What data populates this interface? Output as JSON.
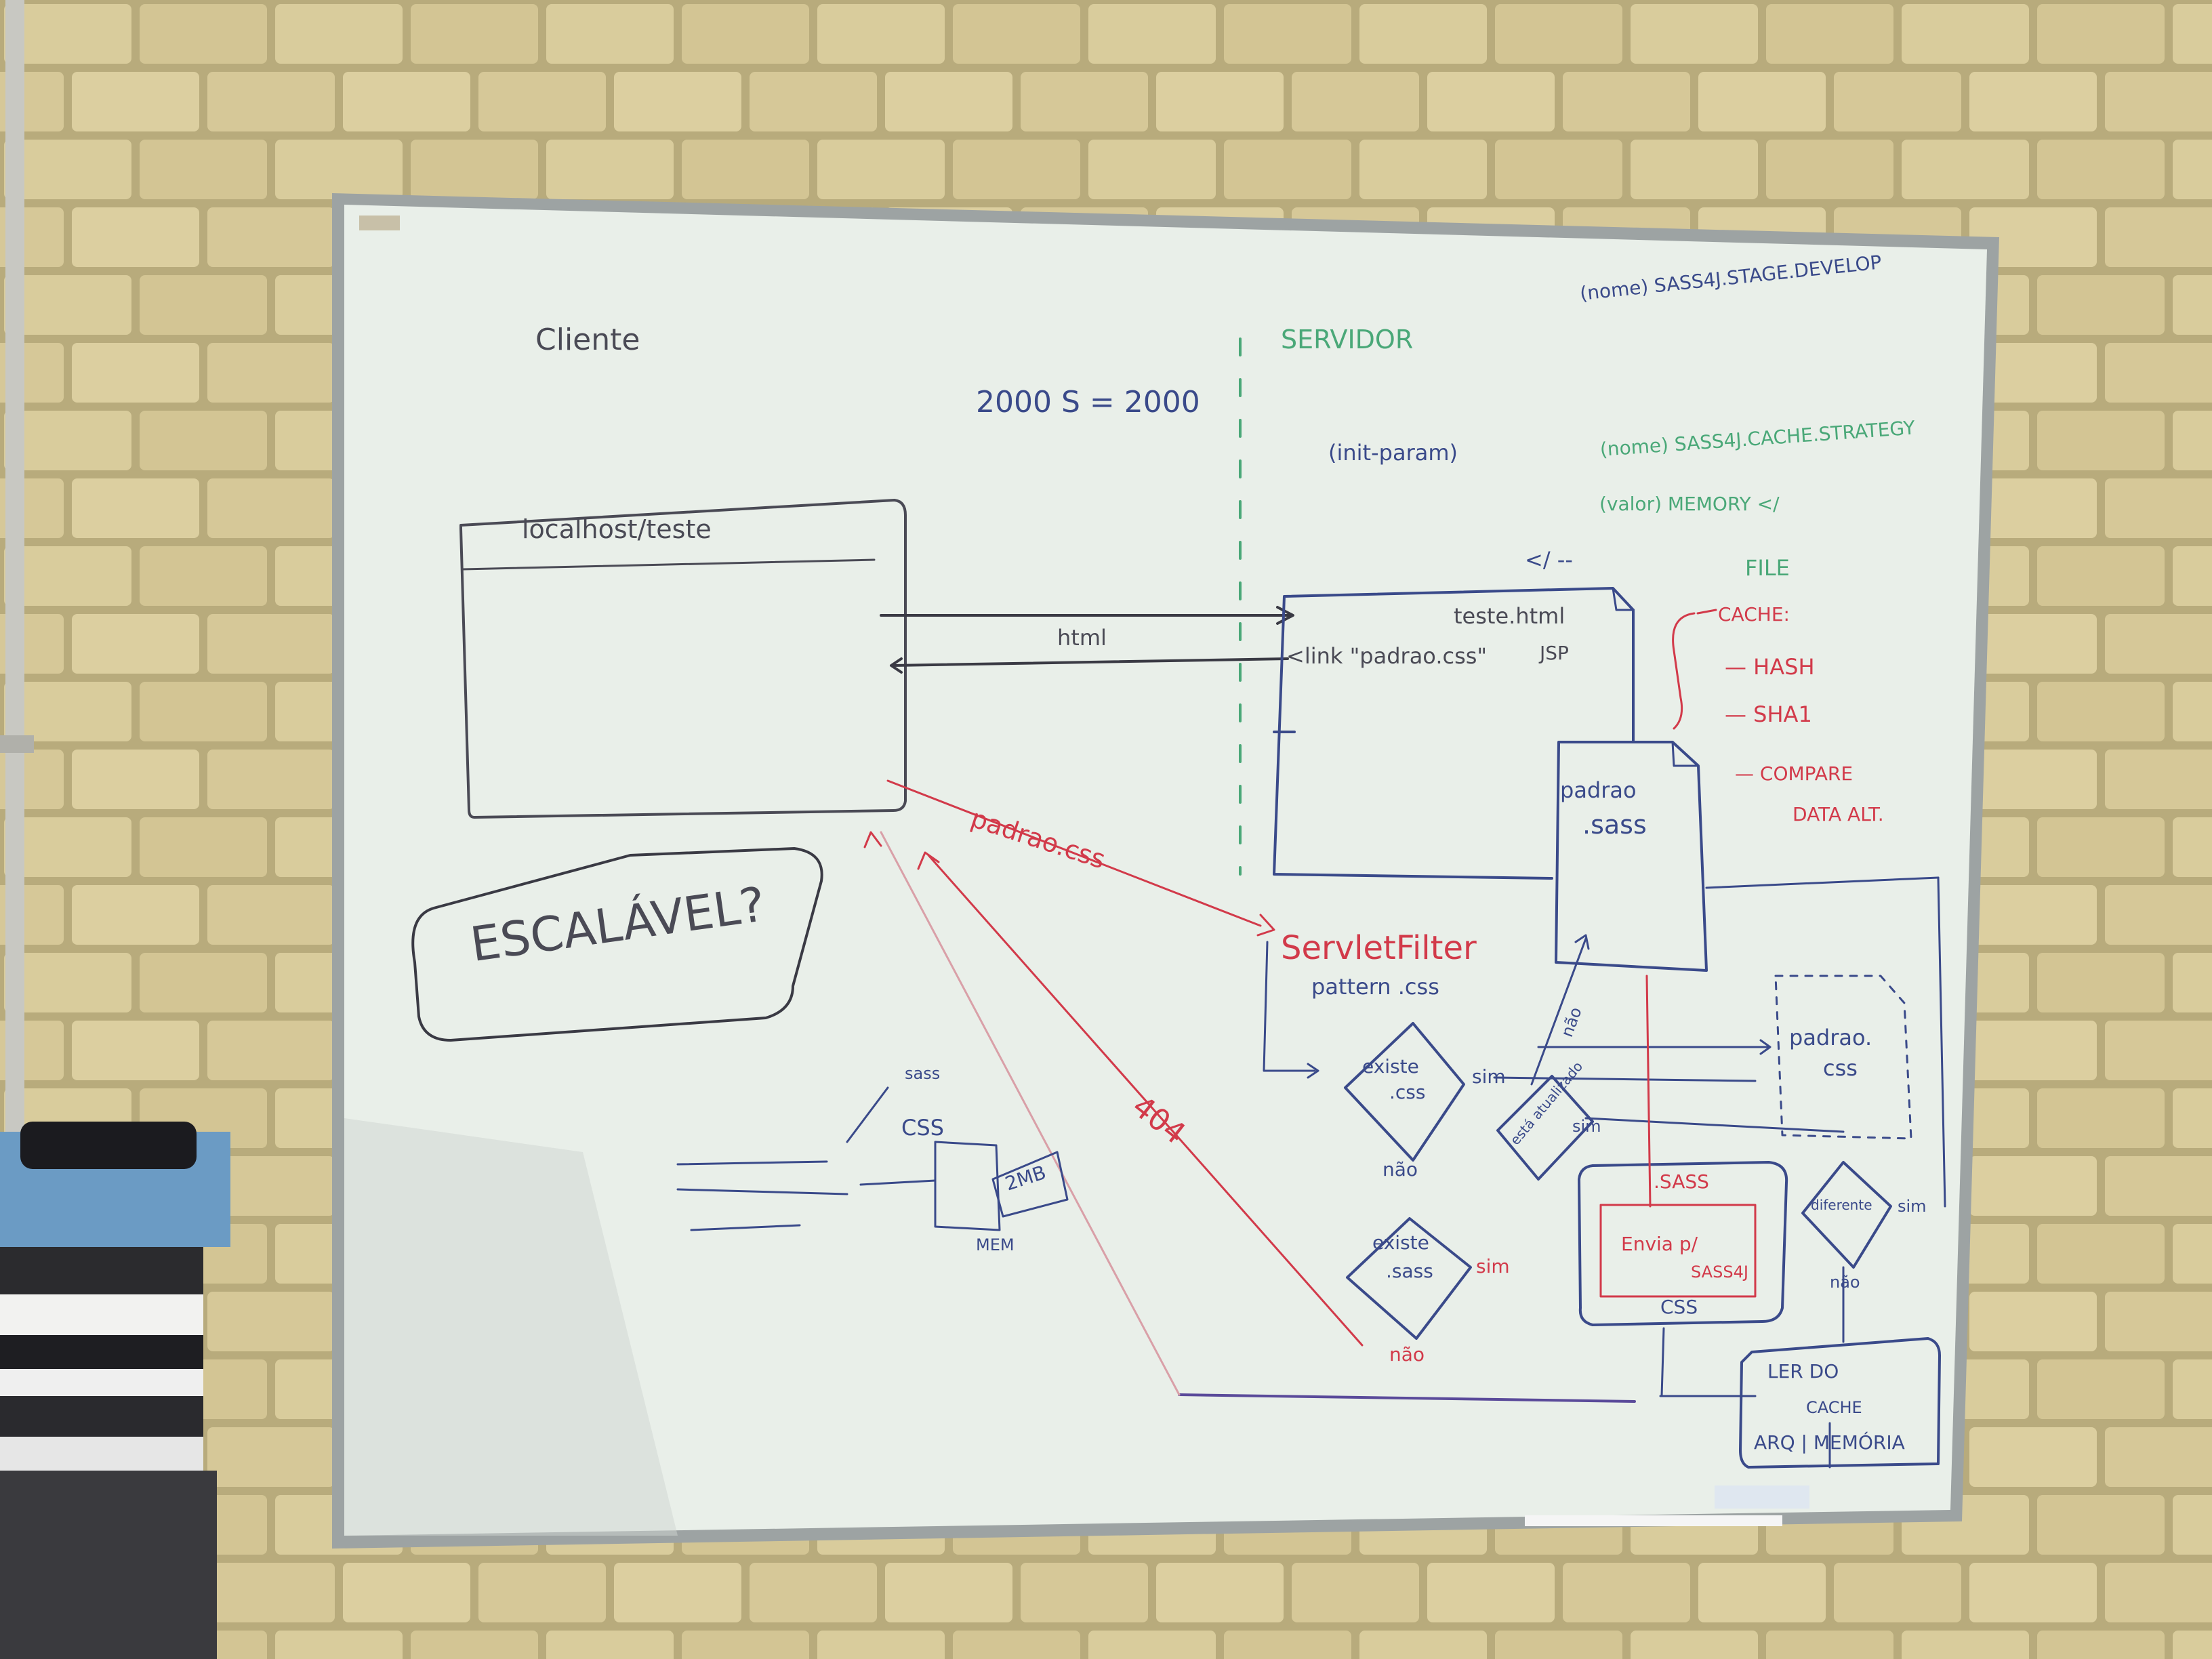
{
  "board": {
    "client_label": "Cliente",
    "server_label": "SERVIDOR",
    "resolution": "2000 S = 2000",
    "browser_url": "localhost/teste",
    "arrow_html": "html",
    "arrow_padrao_css": "padrao.css",
    "escalavel": "ESCALÁVEL?",
    "init_param": "(init-param)",
    "param_sass4j_stage": "(nome) SASS4J.STAGE.DEVELOP",
    "param_cache_strategy": "(nome) SASS4J.CACHE.STRATEGY",
    "param_value_memory": "(valor) MEMORY </",
    "param_file": "FILE",
    "param_close": "</ --",
    "cache_label": "CACHE:",
    "cache_hash": "— HASH",
    "cache_sha1": "— SHA1",
    "cache_compare": "— COMPARE",
    "cache_data_alt": "DATA ALT.",
    "teste_html": "teste.html",
    "jsp": "JSP",
    "link_padrao": "<link \"padrao.css\"",
    "padrao_sass_1": "padrao",
    "padrao_sass_2": ".sass",
    "servlet_filter": "ServletFilter",
    "pattern_css": "pattern .css",
    "existe_css_1": "existe",
    "existe_css_2": ".css",
    "sim": "sim",
    "nao": "não",
    "existe_sass_1": "existe",
    "existe_sass_2": ".sass",
    "status_404": "404",
    "esta_atualizado": "está atualizado",
    "padrao_css_1": "padrao.",
    "padrao_css_2": "css",
    "diferente": "diferente",
    "sass_label": ".SASS",
    "envia_sass4j_1": "Envia p/",
    "envia_sass4j_2": "SASS4J",
    "css_label": "CSS",
    "ler_do_cache_1": "LER DO",
    "ler_do_cache_2": "CACHE",
    "arq_memoria": "ARQ | MEMÓRIA",
    "mini_sass": "sass",
    "mini_css": "CSS",
    "mini_2mb": "2MB",
    "mini_mem": "MEM"
  },
  "colors": {
    "brick": "#d6c898",
    "mortar": "#b8ab7c",
    "board": "#e9efe9",
    "frame": "#9da3a3",
    "ink_blue": "#3a4a8a",
    "ink_green": "#4aa878",
    "ink_red": "#d23a4a",
    "ink_dark": "#4a4a55"
  },
  "icons": {
    "stacked_books": "books-icon",
    "remote_control": "remote-icon"
  }
}
